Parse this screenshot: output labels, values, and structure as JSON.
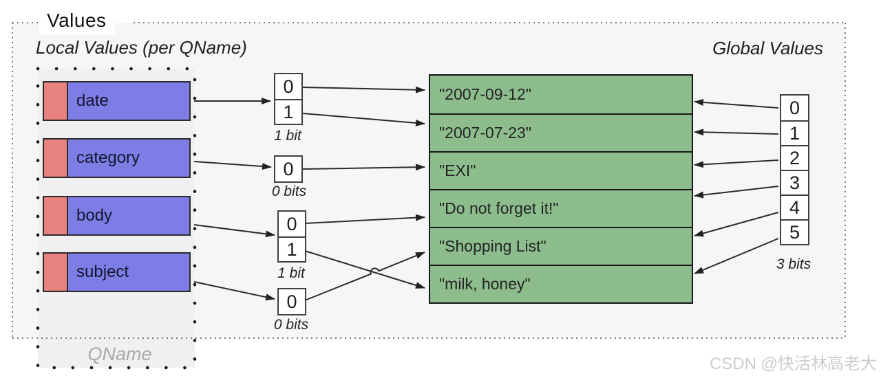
{
  "title": "Values",
  "watermark": "CSDN @快活林高老大",
  "local": {
    "label": "Local Values (per QName)",
    "qname_label": "QName",
    "entries": [
      {
        "qname": "date"
      },
      {
        "qname": "category"
      },
      {
        "qname": "body"
      },
      {
        "qname": "subject"
      }
    ],
    "index_groups": [
      {
        "values": [
          "0",
          "1"
        ],
        "bits": "1 bit"
      },
      {
        "values": [
          "0"
        ],
        "bits": "0 bits"
      },
      {
        "values": [
          "0",
          "1"
        ],
        "bits": "1 bit"
      },
      {
        "values": [
          "0"
        ],
        "bits": "0 bits"
      }
    ]
  },
  "global": {
    "label": "Global Values",
    "bits": "3 bits",
    "indexes": [
      "0",
      "1",
      "2",
      "3",
      "4",
      "5"
    ]
  },
  "values": [
    "\"2007-09-12\"",
    "\"2007-07-23\"",
    "\"EXI\"",
    "\"Do not forget it!\"",
    "\"Shopping List\"",
    "\"milk, honey\""
  ],
  "colors": {
    "qname_prefix": "#e8827f",
    "qname_local": "#7d7de6",
    "value_fill": "#8dbd8d"
  }
}
